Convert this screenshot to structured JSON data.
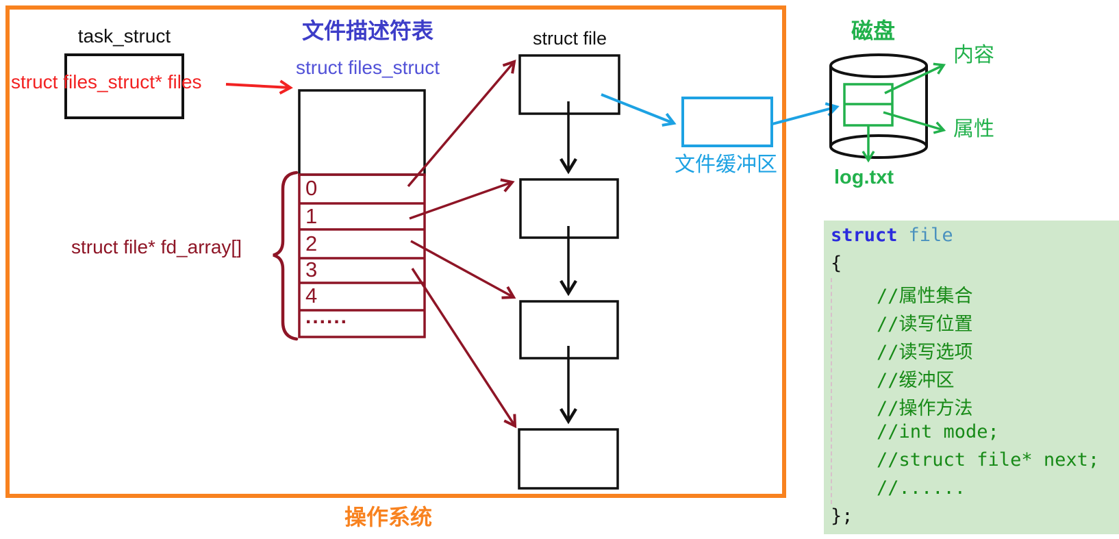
{
  "os_label": "操作系统",
  "task_struct": {
    "title": "task_struct",
    "pointer_label": "struct files_struct* files"
  },
  "fd_table": {
    "title": "文件描述符表",
    "subtitle": "struct files_struct",
    "array_label": "struct file* fd_array[]",
    "rows": [
      "0",
      "1",
      "2",
      "3",
      "4",
      "......"
    ]
  },
  "file_node": {
    "title": "struct file"
  },
  "buffer": {
    "label": "文件缓冲区"
  },
  "disk": {
    "title": "磁盘",
    "content_label": "内容",
    "attribute_label": "属性",
    "file_name": "log.txt"
  },
  "code": {
    "keyword": "struct",
    "type": "file",
    "open_brace": "{",
    "comments": [
      "//属性集合",
      "//读写位置",
      "//读写选项",
      "//缓冲区",
      "//操作方法",
      "//int mode;",
      "//struct file* next;",
      "//......"
    ],
    "close_brace": "};"
  },
  "colors": {
    "os_border_orange": "#f8821f",
    "pointer_red": "#f22222",
    "fd_dark_red": "#8e1526",
    "title_blue": "#3d3dc8",
    "subtitle_blue": "#5252d8",
    "buffer_azure": "#1da2e3",
    "disk_green": "#22b14c",
    "code_background": "#d0e8cc",
    "code_keyword_blue": "#2b2bdd",
    "code_type_teal": "#4a91be",
    "code_comment_green": "#178a17"
  }
}
